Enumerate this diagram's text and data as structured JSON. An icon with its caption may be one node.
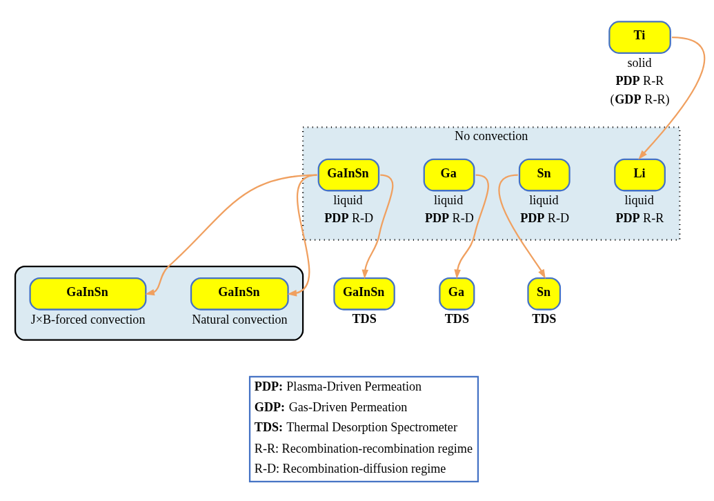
{
  "diagram": {
    "nodes": [
      {
        "text": [
          "No convection"
        ]
      },
      {
        "text": [
          "Ti"
        ],
        "beside": [
          "solid",
          "**PDP** R-R",
          "(**GDP** R-R)"
        ]
      },
      {
        "text": [
          "Li"
        ],
        "in": 0,
        "beside": [
          "liquid",
          "**PDP** R-R"
        ]
      },
      {
        "text": [
          "GaInSn"
        ],
        "in": 0,
        "beside": [
          "liquid",
          "**PDP** R-D"
        ]
      },
      {
        "text": [
          "Ga"
        ],
        "in": 0,
        "beside": [
          "liquid",
          "**PDP** R-D"
        ]
      },
      {
        "text": [
          "Sn"
        ],
        "in": 0,
        "beside": [
          "liquid",
          "**PDP** R-D"
        ]
      },
      {
        "text": [
          "Ga"
        ],
        "beside": [
          "TDS"
        ]
      },
      {
        "text": [
          "Sn"
        ],
        "beside": [
          "TDS"
        ]
      },
      {
        "text": [],
        "shape": "box"
      },
      {
        "text": [
          "GaInSn"
        ],
        "in": 8,
        "beside": [
          "Natural convection"
        ]
      },
      {
        "text": [
          "GaInSn"
        ],
        "in": 8,
        "beside": [
          "J×B-forced convection"
        ]
      },
      {
        "text": [
          "GaInSn"
        ],
        "beside": [
          "TDS"
        ]
      }
    ],
    "edges": [
      {
        "from": 1,
        "to": 2,
        "arrow": "to"
      },
      {
        "from": 3,
        "to": 9,
        "arrow": "to"
      },
      {
        "from": 3,
        "to": 10,
        "arrow": "to"
      },
      {
        "from": 3,
        "to": 11,
        "arrow": "to"
      },
      {
        "from": 4,
        "to": 6,
        "arrow": "to"
      },
      {
        "from": 5,
        "to": 7,
        "arrow": "to"
      }
    ],
    "labels": [
      "**PDP:** Plasma-Driven Permeation",
      "**GDP:** Gas-Driven Permeation",
      "**TDS:** Thermal Desorption Spectrometer",
      "R-R: Recombination-recombination regime",
      "R-D: Recombination-diffusion regime"
    ]
  }
}
